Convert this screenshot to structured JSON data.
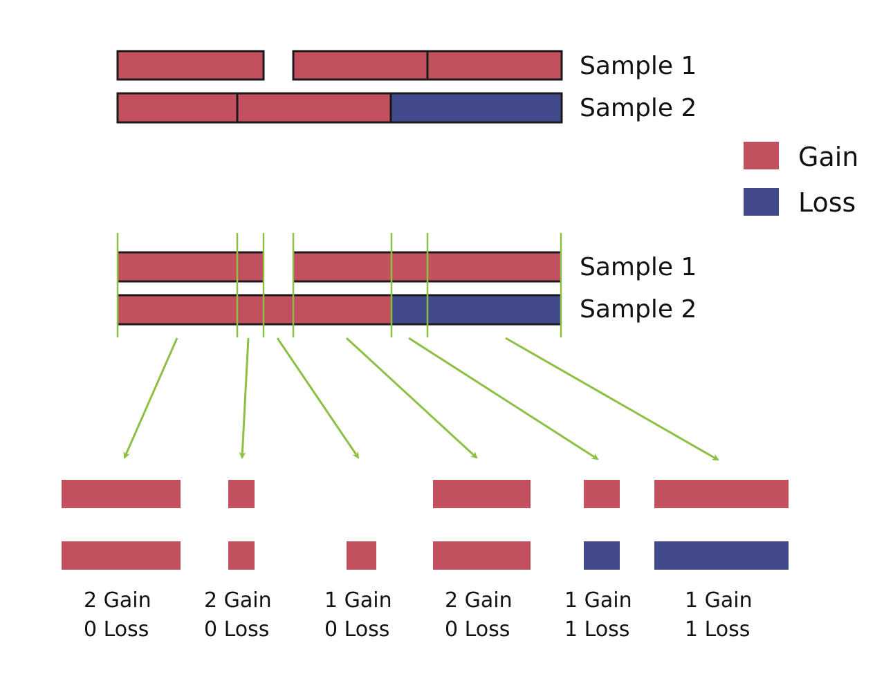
{
  "colors": {
    "gain": "#c2505e",
    "loss": "#424a8c",
    "boundary": "#8dbf45",
    "outline": "#1a1a1a"
  },
  "top_panel": {
    "sample1_label": "Sample 1",
    "sample2_label": "Sample 2"
  },
  "legend": {
    "gain_label": "Gain",
    "loss_label": "Loss"
  },
  "middle_panel": {
    "sample1_label": "Sample 1",
    "sample2_label": "Sample 2"
  },
  "segments": [
    {
      "gain_label": "2 Gain",
      "loss_label": "0 Loss"
    },
    {
      "gain_label": "2 Gain",
      "loss_label": "0 Loss"
    },
    {
      "gain_label": "1 Gain",
      "loss_label": "0 Loss"
    },
    {
      "gain_label": "2 Gain",
      "loss_label": "0 Loss"
    },
    {
      "gain_label": "1 Gain",
      "loss_label": "1 Loss"
    },
    {
      "gain_label": "1 Gain",
      "loss_label": "1 Loss"
    }
  ]
}
